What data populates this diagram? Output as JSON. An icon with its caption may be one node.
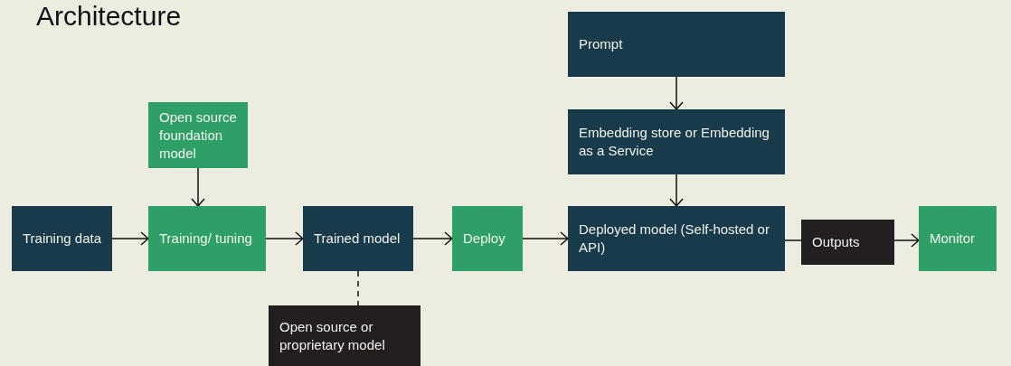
{
  "diagram": {
    "title": "Architecture",
    "nodes": [
      {
        "text": [
          "Training data"
        ]
      },
      {
        "text": [
          "Open source foundation model"
        ]
      },
      {
        "text": [
          "Training/ tuning"
        ]
      },
      {
        "text": [
          "Trained model"
        ]
      },
      {
        "text": [
          "Open source or proprietary model"
        ]
      },
      {
        "text": [
          "Deploy"
        ]
      },
      {
        "text": [
          "Prompt"
        ]
      },
      {
        "text": [
          "Embedding store or Embedding as a Service"
        ]
      },
      {
        "text": [
          "Deployed model (Self-hosted or API)"
        ]
      },
      {
        "text": [
          "Outputs"
        ]
      },
      {
        "text": [
          "Monitor"
        ]
      }
    ],
    "edges": [
      {
        "from": 0,
        "to": 2,
        "arrow": "to"
      },
      {
        "from": 1,
        "to": 2,
        "arrow": "to"
      },
      {
        "from": 2,
        "to": 3,
        "arrow": "to"
      },
      {
        "from": 3,
        "to": 4,
        "arrow": "none",
        "style": "dashed"
      },
      {
        "from": 3,
        "to": 5,
        "arrow": "to"
      },
      {
        "from": 5,
        "to": 8,
        "arrow": "to"
      },
      {
        "from": 6,
        "to": 7,
        "arrow": "to"
      },
      {
        "from": 7,
        "to": 8,
        "arrow": "to"
      },
      {
        "from": 8,
        "to": 9,
        "arrow": "none"
      },
      {
        "from": 9,
        "to": 10,
        "arrow": "to"
      }
    ]
  }
}
